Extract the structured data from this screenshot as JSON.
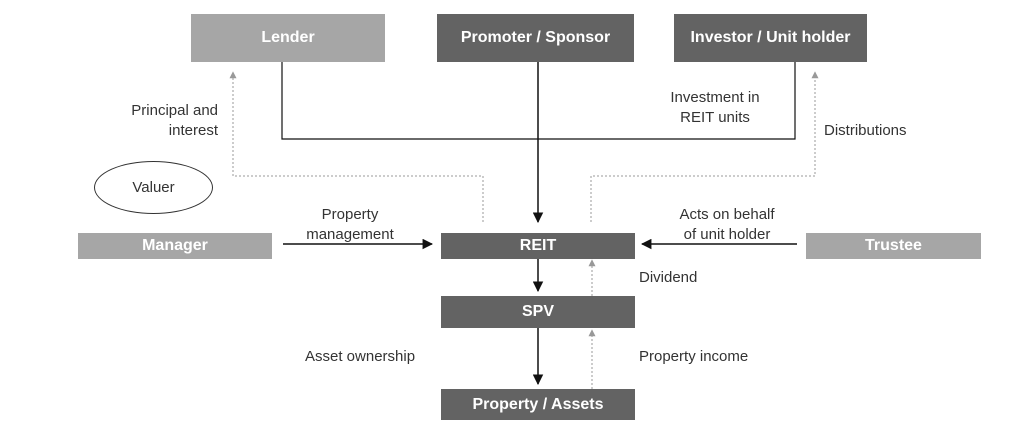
{
  "colors": {
    "light_box": "#a6a6a6",
    "dark_box": "#636363",
    "solid_arrow": "#111111",
    "dotted_arrow": "#999999"
  },
  "nodes": {
    "lender": "Lender",
    "promoter": "Promoter / Sponsor",
    "investor": "Investor / Unit holder",
    "manager": "Manager",
    "reit": "REIT",
    "trustee": "Trustee",
    "spv": "SPV",
    "property": "Property / Assets",
    "valuer": "Valuer"
  },
  "edge_labels": {
    "principal_1": "Principal and",
    "principal_2": "interest",
    "investment_1": "Investment in",
    "investment_2": "REIT units",
    "distributions": "Distributions",
    "property_mgmt_1": "Property",
    "property_mgmt_2": "management",
    "acts_1": "Acts on behalf",
    "acts_2": "of unit holder",
    "dividend": "Dividend",
    "asset_ownership": "Asset ownership",
    "property_income": "Property income"
  }
}
